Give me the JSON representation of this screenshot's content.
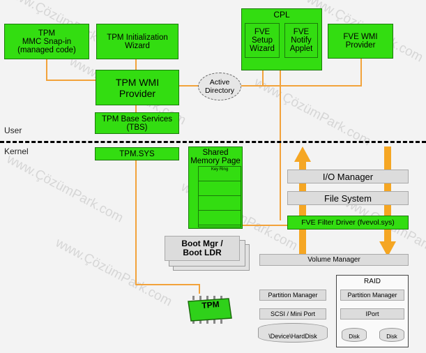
{
  "watermark": "www.ÇözümPark.com",
  "labels": {
    "user": "User",
    "kernel": "Kernel",
    "cpl": "CPL"
  },
  "boxes": {
    "tpm_mmc": "TPM\nMMC Snap-in\n(managed code)",
    "tpm_init": "TPM Initialization\nWizard",
    "fve_setup": "FVE\nSetup\nWizard",
    "fve_notify": "FVE\nNotify\nApplet",
    "fve_wmi": "FVE WMI\nProvider",
    "tpm_wmi": "TPM WMI\nProvider",
    "active_directory": "Active\nDirectory",
    "tbs": "TPM Base Services\n(TBS)",
    "tpm_sys": "TPM.SYS",
    "shared_memory": "Shared\nMemory Page",
    "key_ring": "Key Ring",
    "io_manager": "I/O Manager",
    "file_system": "File System",
    "fve_filter": "FVE Filter Driver (fvevol.sys)",
    "boot_mgr": "Boot Mgr /\nBoot LDR",
    "volume_manager": "Volume Manager",
    "partition_manager": "Partition Manager",
    "scsi": "SCSI / Mini Port",
    "device_harddisk": "\\Device\\HardDisk",
    "raid": "RAID",
    "raid_partition_manager": "Partition Manager",
    "iport": "IPort",
    "disk1": "Disk",
    "disk2": "Disk",
    "tpm_chip": "TPM"
  },
  "colors": {
    "component_green": "#33dd11",
    "connector_orange": "#f2a23a",
    "arrow_orange": "#f5a623"
  }
}
